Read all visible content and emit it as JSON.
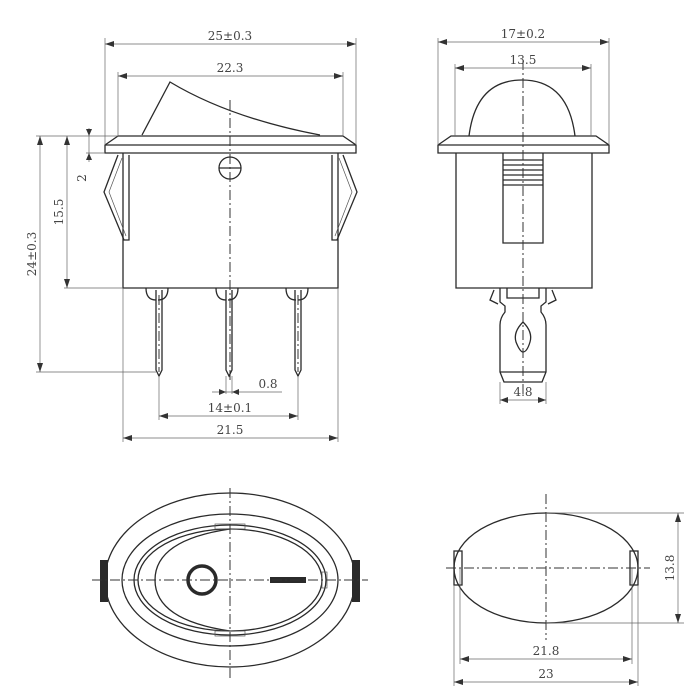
{
  "drawing": {
    "subject": "rocker switch technical drawing",
    "line_color": "#2a2a2a",
    "background": "#ffffff"
  },
  "front_view": {
    "dims": {
      "bezel_width": "25±0.3",
      "rocker_width": "22.3",
      "overall_height": "24±0.3",
      "body_height": "15.5",
      "bezel_thickness": "2",
      "pin_pitch": "14±0.1",
      "pin_thickness": "0.8",
      "body_width": "21.5"
    }
  },
  "side_view": {
    "dims": {
      "bezel_width": "17±0.2",
      "dome_width": "13.5",
      "terminal_width": "4.8"
    }
  },
  "top_view": {
    "dims": {}
  },
  "bezel_view": {
    "dims": {
      "height": "13.8",
      "inner_width": "21.8",
      "outer_width": "23"
    }
  }
}
